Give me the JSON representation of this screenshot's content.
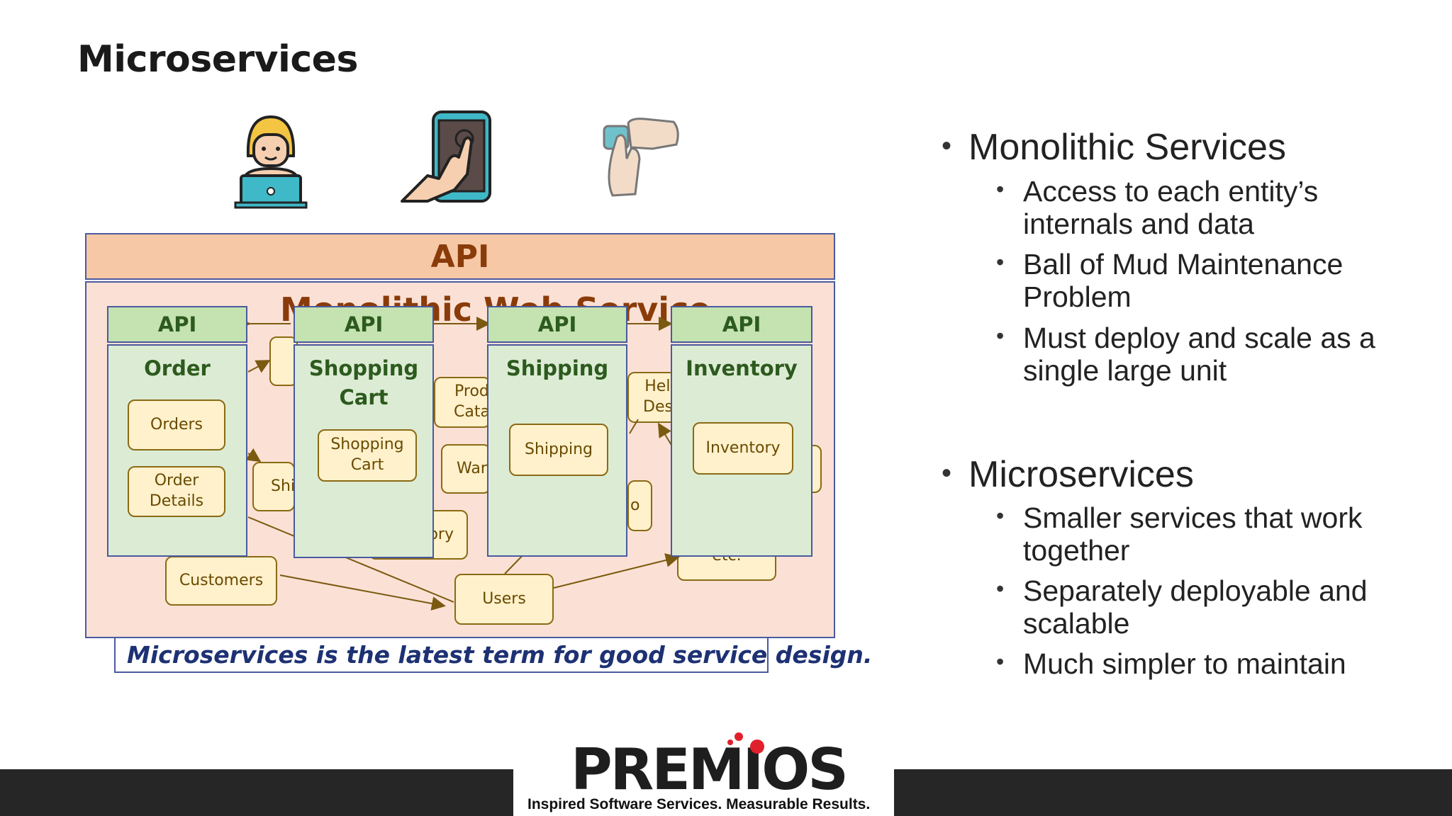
{
  "slide": {
    "title": "Microservices"
  },
  "devices": [
    {
      "icon": "laptop-user-icon"
    },
    {
      "icon": "tablet-touch-icon"
    },
    {
      "icon": "smartwatch-icon"
    }
  ],
  "diagram": {
    "top_api": "API",
    "monolith_label": "Monolithic Web Service",
    "services": [
      {
        "api": "API",
        "title": "Order",
        "boxes": [
          "Orders",
          "Order\nDetails"
        ]
      },
      {
        "api": "API",
        "title": "Shopping\nCart",
        "boxes": [
          "Shopping\nCart"
        ]
      },
      {
        "api": "API",
        "title": "Shipping",
        "boxes": [
          "Shipping"
        ]
      },
      {
        "api": "API",
        "title": "Inventory",
        "boxes": [
          "Inventory"
        ]
      }
    ],
    "background_boxes": {
      "prod_catalog": "Prod\nCata",
      "help_desk": "Help\nDesk",
      "shipping_bg": "Shi",
      "warehouse": "War",
      "inventory_bg": "ory",
      "misc": "o",
      "etc": "etc.",
      "customers": "Customers",
      "users": "Users"
    },
    "caption": "Microservices is the latest term for good service design."
  },
  "bullets": [
    {
      "heading": "Monolithic Services",
      "items": [
        "Access to each entity’s internals and data",
        "Ball of Mud Maintenance Problem",
        "Must deploy and scale as a single large unit"
      ]
    },
    {
      "heading": "Microservices",
      "items": [
        "Smaller services that work together",
        "Separately deployable and scalable",
        "Much simpler to maintain"
      ]
    }
  ],
  "footer": {
    "logo": "PREMIOS",
    "tagline": "Inspired Software Services. Measurable Results."
  },
  "colors": {
    "api_top": "#f7c8a6",
    "monolith_bg": "#fbe1d5",
    "service_api": "#c4e3b0",
    "service_body": "#dcecd4",
    "entity_box": "#fff1cc",
    "caption_text": "#1d3173",
    "footer_bar": "#262626",
    "logo_dot": "#e0202a"
  }
}
